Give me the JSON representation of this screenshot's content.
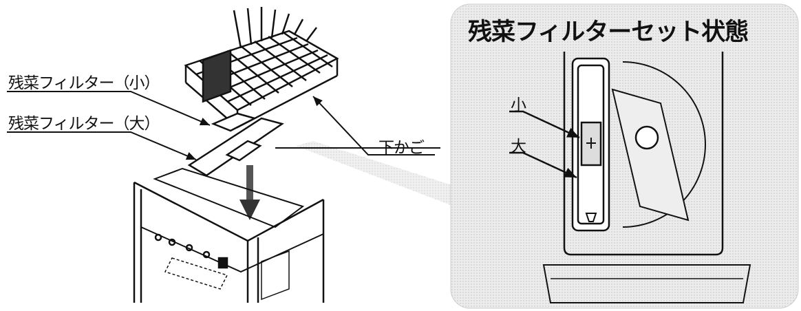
{
  "labels": {
    "filter_small": "残菜フィルター（小）",
    "filter_large": "残菜フィルター（大）",
    "lower_basket": "下かご"
  },
  "detail": {
    "title": "残菜フィルターセット状態",
    "small": "小",
    "large": "大"
  }
}
